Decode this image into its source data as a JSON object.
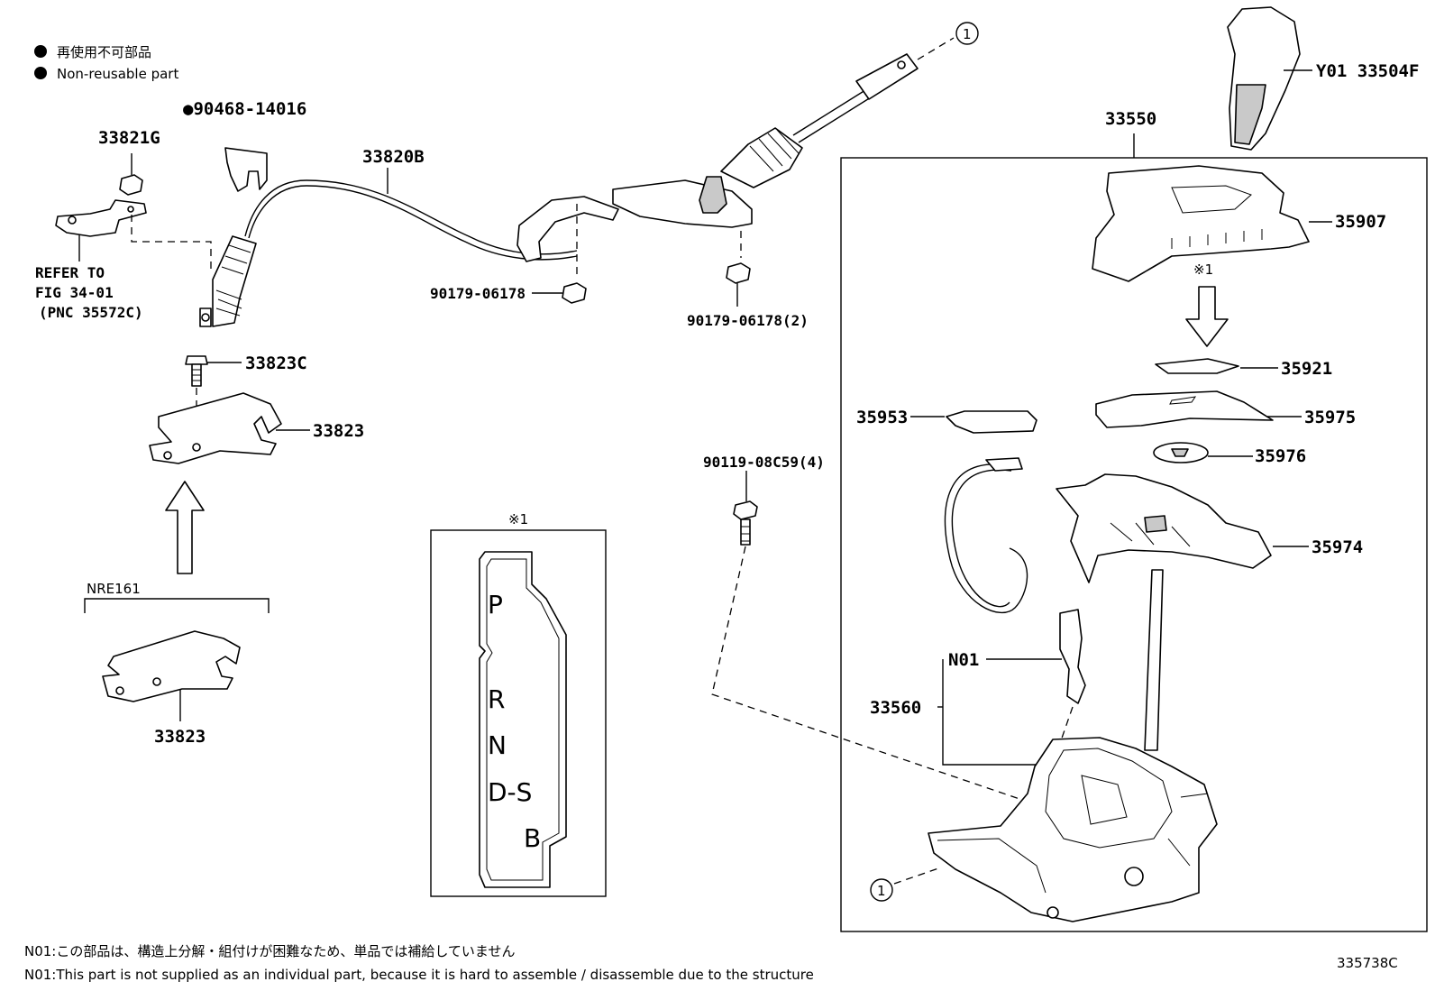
{
  "legend": {
    "line_jp": "再使用不可部品",
    "line_en": "Non-reusable part"
  },
  "callouts": {
    "p_90468": "●90468-14016",
    "p_33821G": "33821G",
    "refer_1": "REFER TO",
    "refer_2": "FIG 34-01",
    "refer_3": "(PNC 35572C)",
    "p_33823C": "33823C",
    "p_33823_top": "33823",
    "nre": "NRE161",
    "p_33823_bottom": "33823",
    "p_33820B": "33820B",
    "p_90179_a": "90179-06178",
    "p_90179_b": "90179-06178(2)",
    "circle_1_top": "1",
    "p_Y01": "Y01  33504F",
    "p_33550": "33550",
    "p_35907": "35907",
    "ref_mark_top": "※1",
    "p_35921": "35921",
    "p_35953": "35953",
    "p_35975": "35975",
    "p_35976": "35976",
    "p_90119": "90119-08C59(4)",
    "p_35974": "35974",
    "p_N01": "N01",
    "p_33560": "33560",
    "circle_1_bottom": "1"
  },
  "inset": {
    "mark": "※1",
    "gates": [
      "P",
      "R",
      "N",
      "D-S",
      "B"
    ]
  },
  "footer": {
    "note_jp": "N01:この部品は、構造上分解・組付けが困難なため、単品では補給していません",
    "note_en": "N01:This part is not supplied as an individual part, because it is hard to assemble / disassemble due to the structure",
    "figure_code": "335738C"
  }
}
